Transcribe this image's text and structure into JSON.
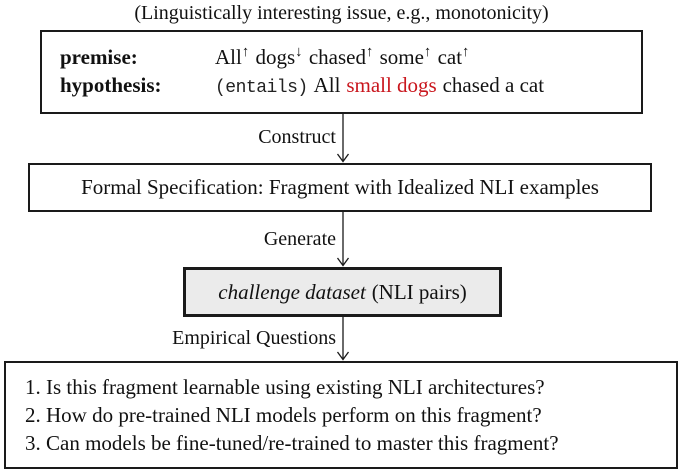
{
  "diagram": {
    "top_caption": "(Linguistically interesting issue, e.g., monotonicity)",
    "example_box": {
      "premise_label": "premise:",
      "premise_tokens": [
        {
          "word": "All",
          "arrow": "↑"
        },
        {
          "word": "dogs",
          "arrow": "↓"
        },
        {
          "word": "chased",
          "arrow": "↑"
        },
        {
          "word": "some",
          "arrow": "↑"
        },
        {
          "word": "cat",
          "arrow": "↑"
        }
      ],
      "hypothesis_label": "hypothesis:",
      "entails_tag": "(entails)",
      "hypothesis_part1": "All",
      "hypothesis_highlight": "small dogs",
      "hypothesis_part2": "chased a cat"
    },
    "step1_label": "Construct",
    "spec_box_text": "Formal Specification: Fragment with Idealized NLI examples",
    "step2_label": "Generate",
    "dataset_box": {
      "italic_text": "challenge dataset",
      "regular_text": "(NLI pairs)"
    },
    "step3_label": "Empirical Questions",
    "questions_box": {
      "items": [
        "1. Is this fragment learnable using existing NLI architectures?",
        "2. How do pre-trained NLI models perform on this fragment?",
        "3. Can models be fine-tuned/re-trained to master this fragment?"
      ]
    },
    "colors": {
      "highlight_red": "#c9161d",
      "dataset_box_fill": "#ebebeb",
      "box_border": "#1a1a1a"
    }
  }
}
